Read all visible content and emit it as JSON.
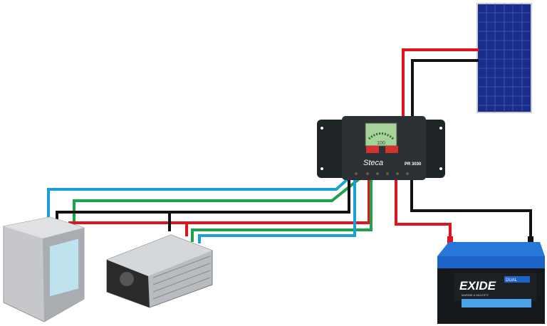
{
  "controller": {
    "brand": "Steca",
    "model": "PR 3030",
    "display": "100"
  },
  "battery": {
    "brand": "EXIDE",
    "type": "DUAL",
    "tagline": "MARINE & MULTIFIT"
  },
  "colors": {
    "positive": "#e0141e",
    "negative": "#111111",
    "load_positive": "#1aa0d8",
    "load_negative": "#1aa34a",
    "panel": "#1a2d8a",
    "battery": "#1e63c8"
  }
}
